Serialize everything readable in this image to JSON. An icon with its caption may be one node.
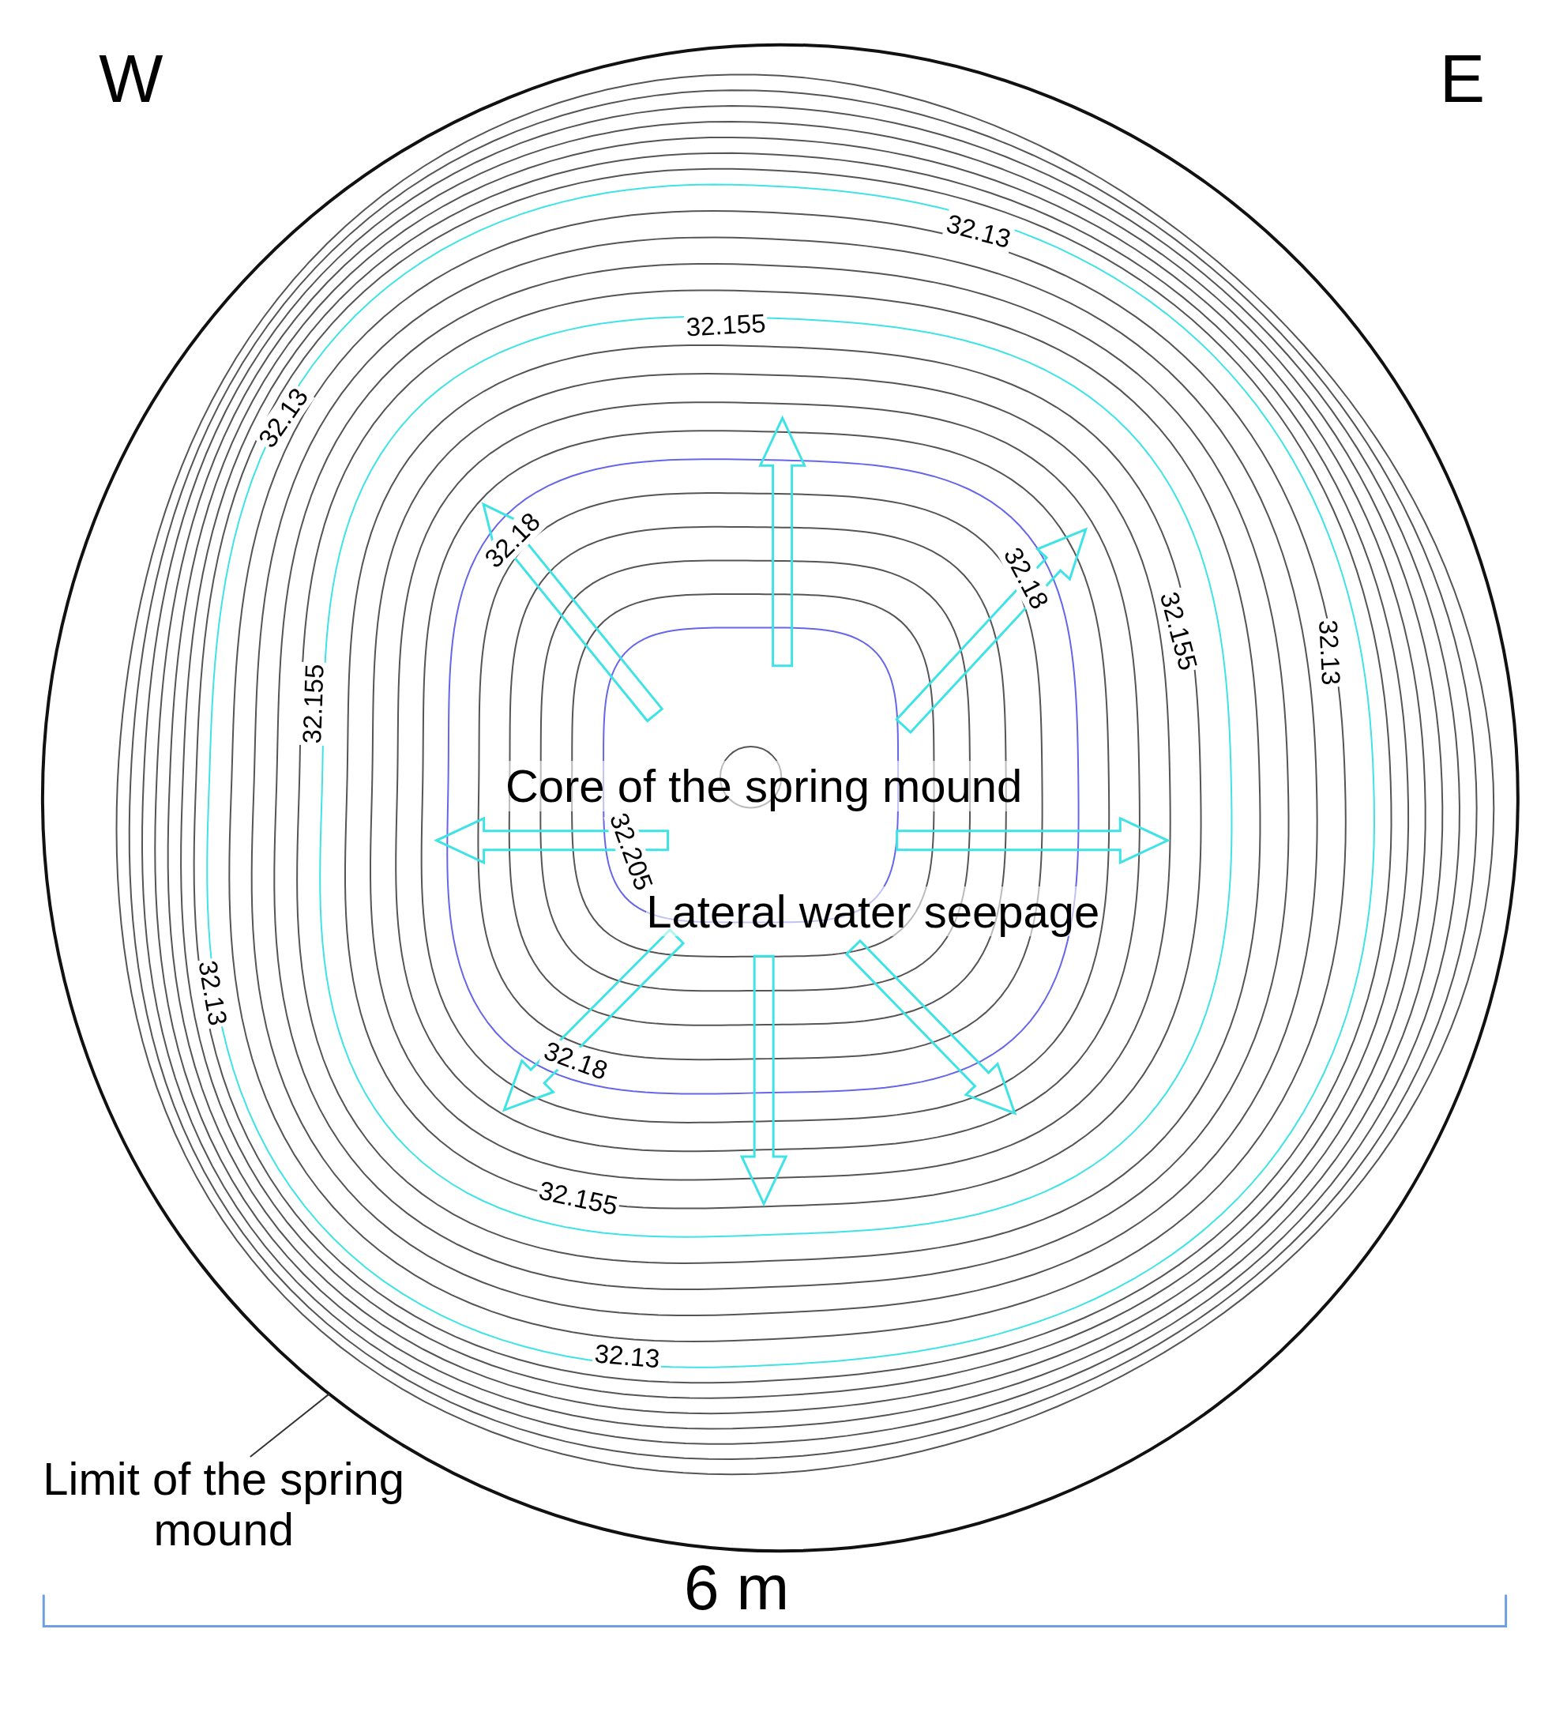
{
  "diagram": {
    "nodes": [
      {
        "text": [
          "Limit of the spring mound"
        ]
      },
      {
        "text": [],
        "shape": "circle"
      }
    ],
    "edges": [
      {
        "from": 0,
        "to": 1,
        "arrow": "none"
      }
    ],
    "labels": [
      "W",
      "E",
      "32.13",
      "32.155",
      "32.13",
      "32.18",
      "32.18",
      "32.155",
      "32.13",
      "32.155",
      "Core of the spring mound",
      "32.205",
      "Lateral water seepage",
      "32.13",
      "32.18",
      "32.155",
      "32.13",
      "6 m"
    ]
  }
}
